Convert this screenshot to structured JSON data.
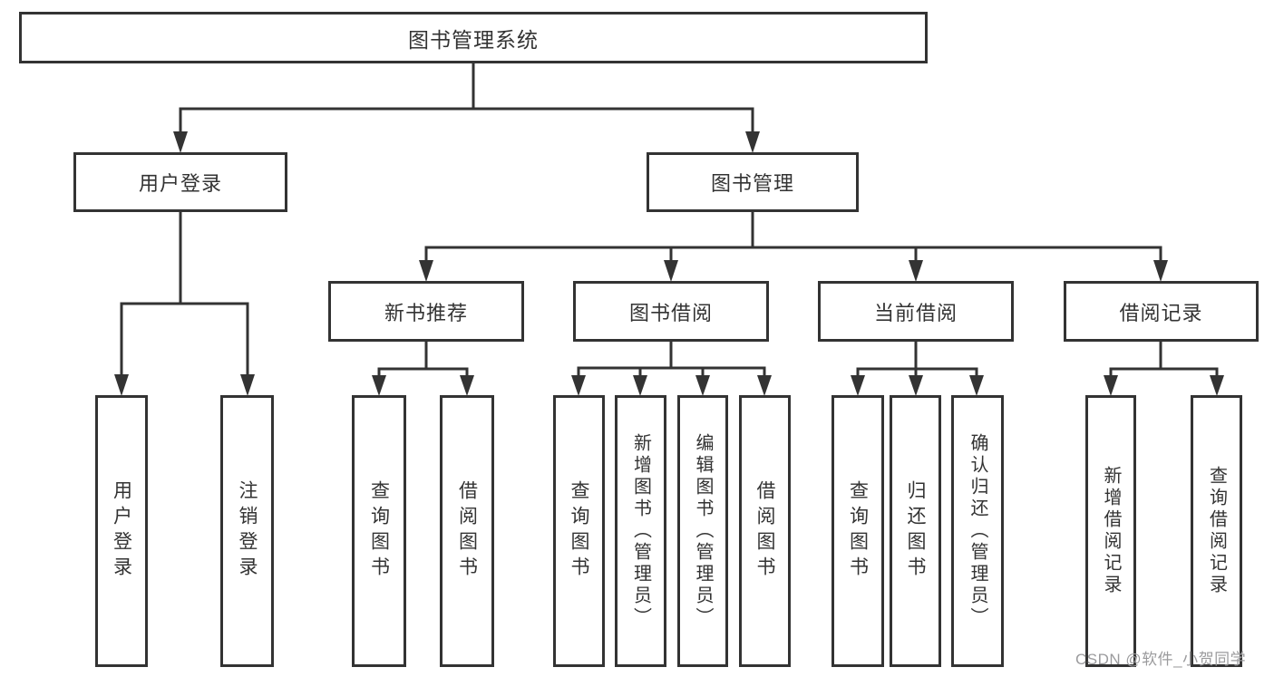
{
  "diagram": {
    "root": {
      "label": "图书管理系统"
    },
    "level2": {
      "user_login": {
        "label": "用户登录"
      },
      "book_mgmt": {
        "label": "图书管理"
      }
    },
    "level3": {
      "new_book_rec": {
        "label": "新书推荐"
      },
      "book_borrow": {
        "label": "图书借阅"
      },
      "current_borrow": {
        "label": "当前借阅"
      },
      "borrow_record": {
        "label": "借阅记录"
      }
    },
    "leaves": {
      "user_login_leaf": {
        "label": "用户登录"
      },
      "logout_leaf": {
        "label": "注销登录"
      },
      "rec_query_book": {
        "label": "查询图书"
      },
      "rec_borrow_book": {
        "label": "借阅图书"
      },
      "bb_query_book": {
        "label": "查询图书"
      },
      "bb_add_book": {
        "label": "新增图书（管理员）"
      },
      "bb_edit_book": {
        "label": "编辑图书（管理员）"
      },
      "bb_borrow_book": {
        "label": "借阅图书"
      },
      "cb_query_book": {
        "label": "查询图书"
      },
      "cb_return_book": {
        "label": "归还图书"
      },
      "cb_confirm_return": {
        "label": "确认归还（管理员）"
      },
      "br_add_record": {
        "label": "新增借阅记录"
      },
      "br_query_record": {
        "label": "查询借阅记录"
      }
    }
  },
  "watermark": {
    "text": "CSDN @软件_小贺同学",
    "color": "#9b9b9d"
  },
  "colors": {
    "line": "#333333",
    "box_border": "#333333",
    "box_background": "#ffffff",
    "text": "#333333",
    "page_background": "#ffffff"
  }
}
